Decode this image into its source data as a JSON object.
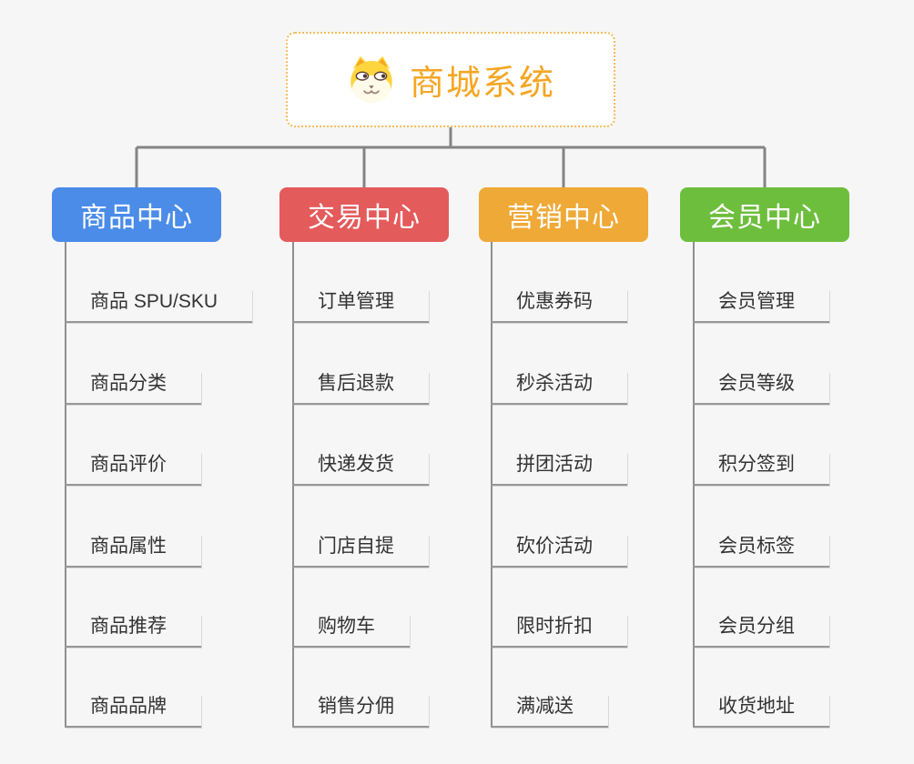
{
  "page": {
    "background_color": "#F6F6F6",
    "connector_color": "#848484",
    "leaf_line_color": "#979797",
    "leaf_text_color": "#333333"
  },
  "root": {
    "title": "商城系统",
    "icon": "dog-icon",
    "text_color": "#F5A623",
    "border_color": "#F6BA5B",
    "background_color": "#FFFFFF"
  },
  "branches": [
    {
      "label": "商品中心",
      "color": "#4A8CE8",
      "children": [
        "商品 SPU/SKU",
        "商品分类",
        "商品评价",
        "商品属性",
        "商品推荐",
        "商品品牌"
      ]
    },
    {
      "label": "交易中心",
      "color": "#E45B5B",
      "children": [
        "订单管理",
        "售后退款",
        "快递发货",
        "门店自提",
        "购物车",
        "销售分佣"
      ]
    },
    {
      "label": "营销中心",
      "color": "#EFA937",
      "children": [
        "优惠券码",
        "秒杀活动",
        "拼团活动",
        "砍价活动",
        "限时折扣",
        "满减送"
      ]
    },
    {
      "label": "会员中心",
      "color": "#6EBE3E",
      "children": [
        "会员管理",
        "会员等级",
        "积分签到",
        "会员标签",
        "会员分组",
        "收货地址"
      ]
    }
  ]
}
